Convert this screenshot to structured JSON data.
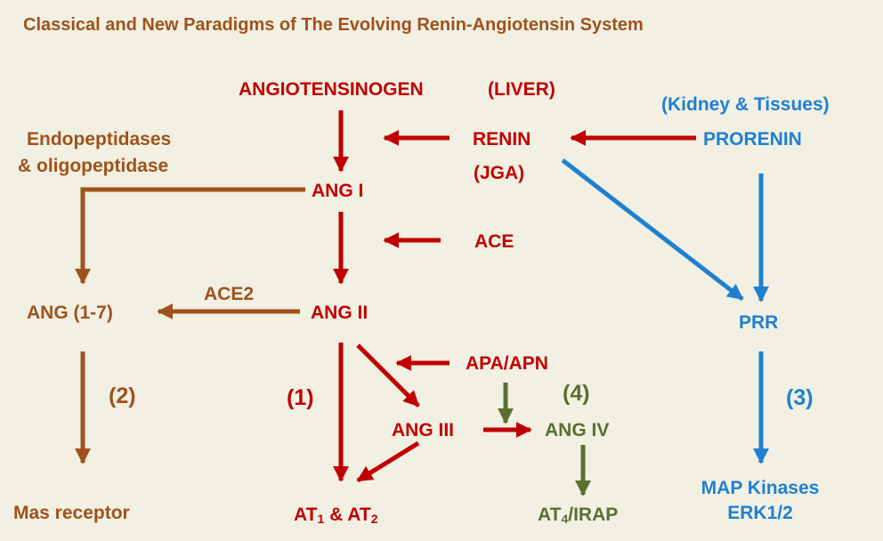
{
  "title": "Classical and New Paradigms of The Evolving Renin-Angiotensin System",
  "colors": {
    "background": "#f1f0e3",
    "classical_pathway": "#c00000",
    "ang17_pathway": "#a0521c",
    "prorenin_pathway": "#2080d0",
    "ang4_pathway": "#5a6f30"
  },
  "nodes": {
    "angiotensinogen": "ANGIOTENSINOGEN",
    "liver": "(LIVER)",
    "kidney_tissues": "(Kidney & Tissues)",
    "renin": "RENIN",
    "jga": "(JGA)",
    "prorenin": "PRORENIN",
    "endopeptidases_1": "Endopeptidases",
    "endopeptidases_2": "& oligopeptidase",
    "ang1": "ANG I",
    "ace": "ACE",
    "ace2": "ACE2",
    "ang17": "ANG (1-7)",
    "ang2": "ANG II",
    "prr": "PRR",
    "apa_apn": "APA/APN",
    "ang3": "ANG III",
    "ang4": "ANG IV",
    "mas_receptor": "Mas receptor",
    "at_prefix": "AT",
    "at_sub1": "1",
    "at_amp": " & AT",
    "at_sub2": "2",
    "at4_prefix": "AT",
    "at4_sub": "4",
    "at4_suffix": "/IRAP",
    "map_kinases": "MAP Kinases",
    "erk": "ERK1/2"
  },
  "pathway_numbers": {
    "p1": "(1)",
    "p2": "(2)",
    "p3": "(3)",
    "p4": "(4)"
  }
}
